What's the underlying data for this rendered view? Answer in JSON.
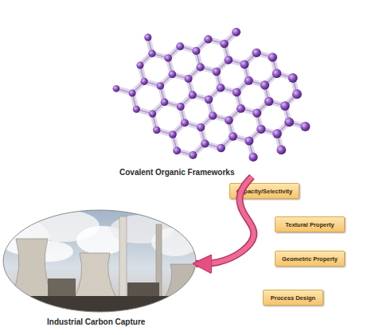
{
  "diagram": {
    "nodes": [
      {
        "text": [
          "Covalent Organic Frameworks"
        ]
      },
      {
        "text": [
          "Capacity/Selectivity"
        ]
      },
      {
        "text": [
          "Textural Property"
        ]
      },
      {
        "text": [
          "Geometric Property"
        ]
      },
      {
        "text": [
          "Industrial Carbon Capture"
        ]
      },
      {
        "text": [
          "Process Design"
        ]
      }
    ],
    "edges": [
      {
        "from": 0,
        "to": 4,
        "arrow": "to"
      }
    ]
  }
}
